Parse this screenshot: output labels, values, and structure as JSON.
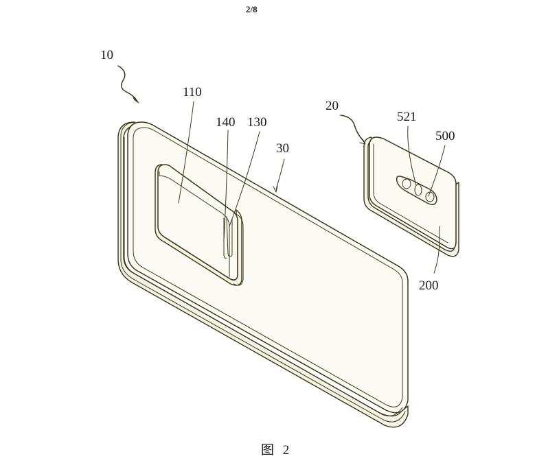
{
  "page_number": "2/8",
  "labels": {
    "device_10": "10",
    "camera_module_110": "110",
    "part_140": "140",
    "part_130": "130",
    "housing_30": "30",
    "accessory_20": "20",
    "part_521": "521",
    "part_500": "500",
    "body_200": "200"
  },
  "caption": "图 2"
}
